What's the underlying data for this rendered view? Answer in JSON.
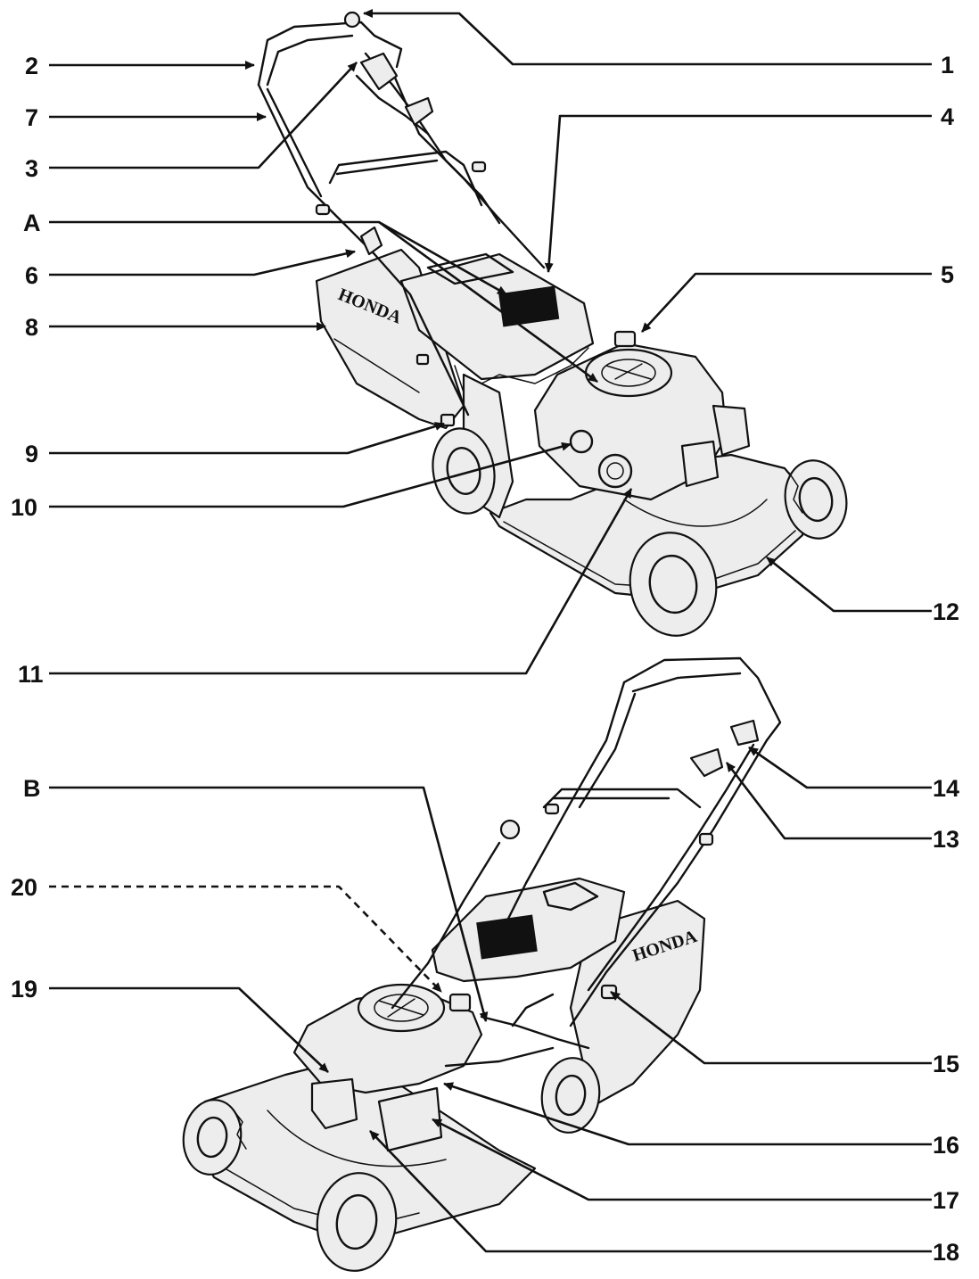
{
  "brand": "HONDA",
  "callouts": {
    "c1": "1",
    "c2": "2",
    "c3": "3",
    "c4": "4",
    "c5": "5",
    "c6": "6",
    "c7": "7",
    "c8": "8",
    "c9": "9",
    "c10": "10",
    "c11": "11",
    "c12": "12",
    "cA": "A",
    "cB": "B",
    "c13": "13",
    "c14": "14",
    "c15": "15",
    "c16": "16",
    "c17": "17",
    "c18": "18",
    "c19": "19",
    "c20": "20"
  }
}
